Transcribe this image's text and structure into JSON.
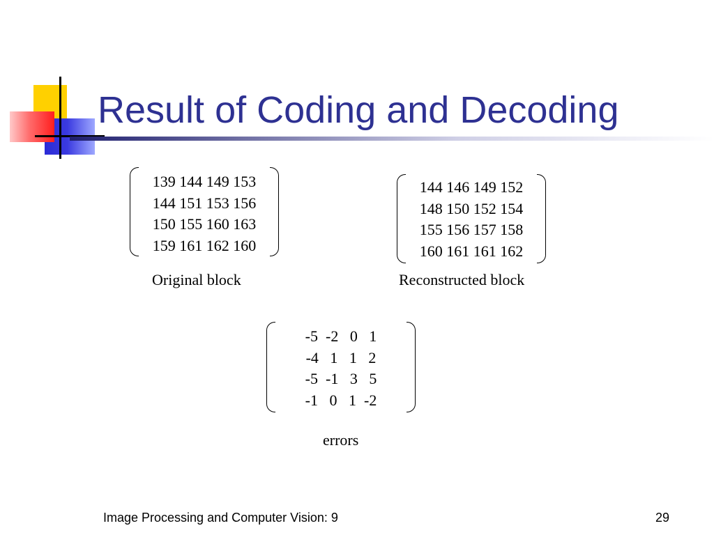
{
  "slide": {
    "title": "Result of Coding and Decoding",
    "original": {
      "rows": [
        "139 144 149 153",
        "144 151 153 156",
        "150 155 160 163",
        "159 161 162 160"
      ],
      "caption": "Original block"
    },
    "reconstructed": {
      "rows": [
        "144 146 149 152",
        "148 150 152 154",
        "155 156 157 158",
        "160 161 161 162"
      ],
      "caption": "Reconstructed block"
    },
    "errors": {
      "rows": [
        "-5  -2   0   1",
        "-4   1   1   2",
        "-5  -1   3   5",
        "-1   0   1  -2"
      ],
      "caption": "errors"
    },
    "footer": {
      "course": "Image Processing and Computer Vision: 9",
      "page_number": "29"
    }
  },
  "colors": {
    "title": "#2e3192",
    "logo_yellow": "#ffd000",
    "logo_blue": "#2b2bd6",
    "logo_red": "#ff1e1e"
  }
}
